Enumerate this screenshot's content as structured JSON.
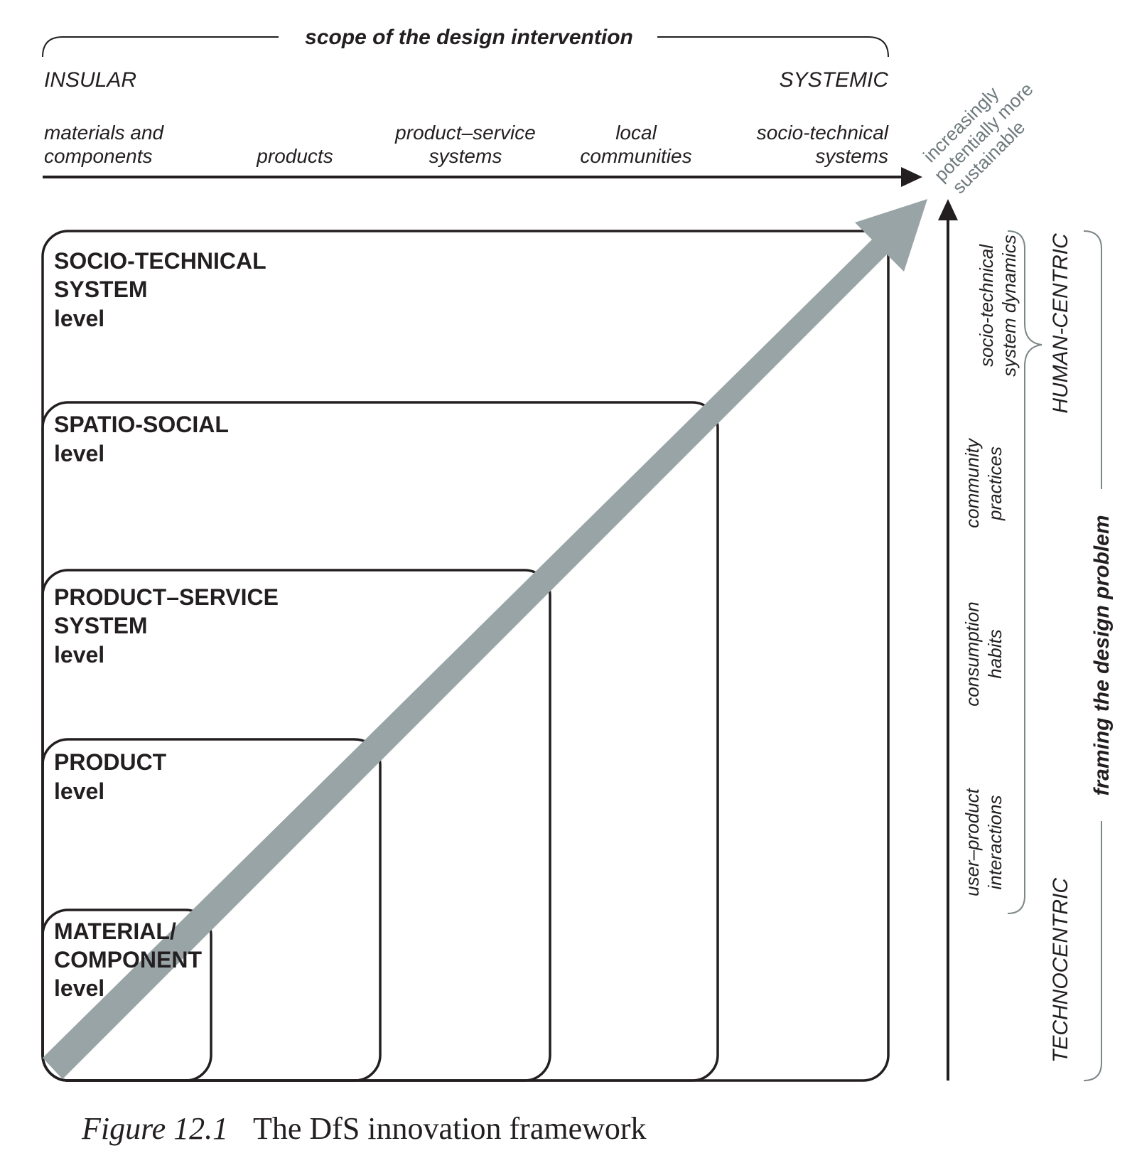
{
  "header": {
    "scope_title": "scope of the design intervention",
    "left_end": "INSULAR",
    "right_end": "SYSTEMIC"
  },
  "scale": {
    "materials_line1": "materials and",
    "materials_line2": "components",
    "products": "products",
    "pss_line1": "product–service",
    "pss_line2": "systems",
    "local_line1": "local",
    "local_line2": "communities",
    "sts_line1": "socio-technical",
    "sts_line2": "systems"
  },
  "sustainability": {
    "line1": "increasingly",
    "line2": "potentially more",
    "line3": "sustainable"
  },
  "levels": {
    "sts": {
      "line1": "SOCIO-TECHNICAL",
      "line2": "SYSTEM",
      "line3": "level"
    },
    "spatio": {
      "line1": "SPATIO-SOCIAL",
      "line2": "level"
    },
    "pss": {
      "line1": "PRODUCT–SERVICE",
      "line2": "SYSTEM",
      "line3": "level"
    },
    "product": {
      "line1": "PRODUCT",
      "line2": "level"
    },
    "material": {
      "line1": "MATERIAL/",
      "line2": "COMPONENT",
      "line3": "level"
    }
  },
  "framing": {
    "sts_dyn_line1": "socio-technical",
    "sts_dyn_line2": "system dynamics",
    "community_line1": "community",
    "community_line2": "practices",
    "consumption_line1": "consumption",
    "consumption_line2": "habits",
    "user_line1": "user–product",
    "user_line2": "interactions",
    "human_centric": "HUMAN-CENTRIC",
    "technocentric": "TECHNOCENTRIC",
    "framing_title": "framing the design problem"
  },
  "caption": {
    "label": "Figure 12.1",
    "text": "The DfS innovation framework"
  },
  "colors": {
    "ink": "#231f20",
    "arrow_grey": "#98a4a6",
    "label_grey": "#6e7a7c"
  }
}
